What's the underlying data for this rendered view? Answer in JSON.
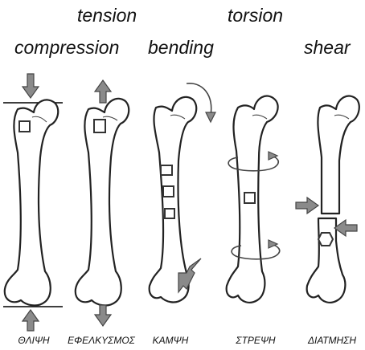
{
  "top_labels": {
    "tension": "tension",
    "torsion": "torsion",
    "compression": "compression",
    "bending": "bending",
    "shear": "shear"
  },
  "bones": [
    {
      "id": "compression",
      "label": "ΘΛΙΨΗ"
    },
    {
      "id": "tension",
      "label": "ΕΦΕΛΚΥΣΜΟΣ"
    },
    {
      "id": "bending",
      "label": "ΚΑΜΨΗ"
    },
    {
      "id": "torsion",
      "label": "ΣΤΡΕΨΗ"
    },
    {
      "id": "shear",
      "label": "ΔΙΑΤΜΗΣΗ"
    }
  ],
  "colors": {
    "arrow_fill": "#8a8a8a",
    "outline": "#222222"
  }
}
